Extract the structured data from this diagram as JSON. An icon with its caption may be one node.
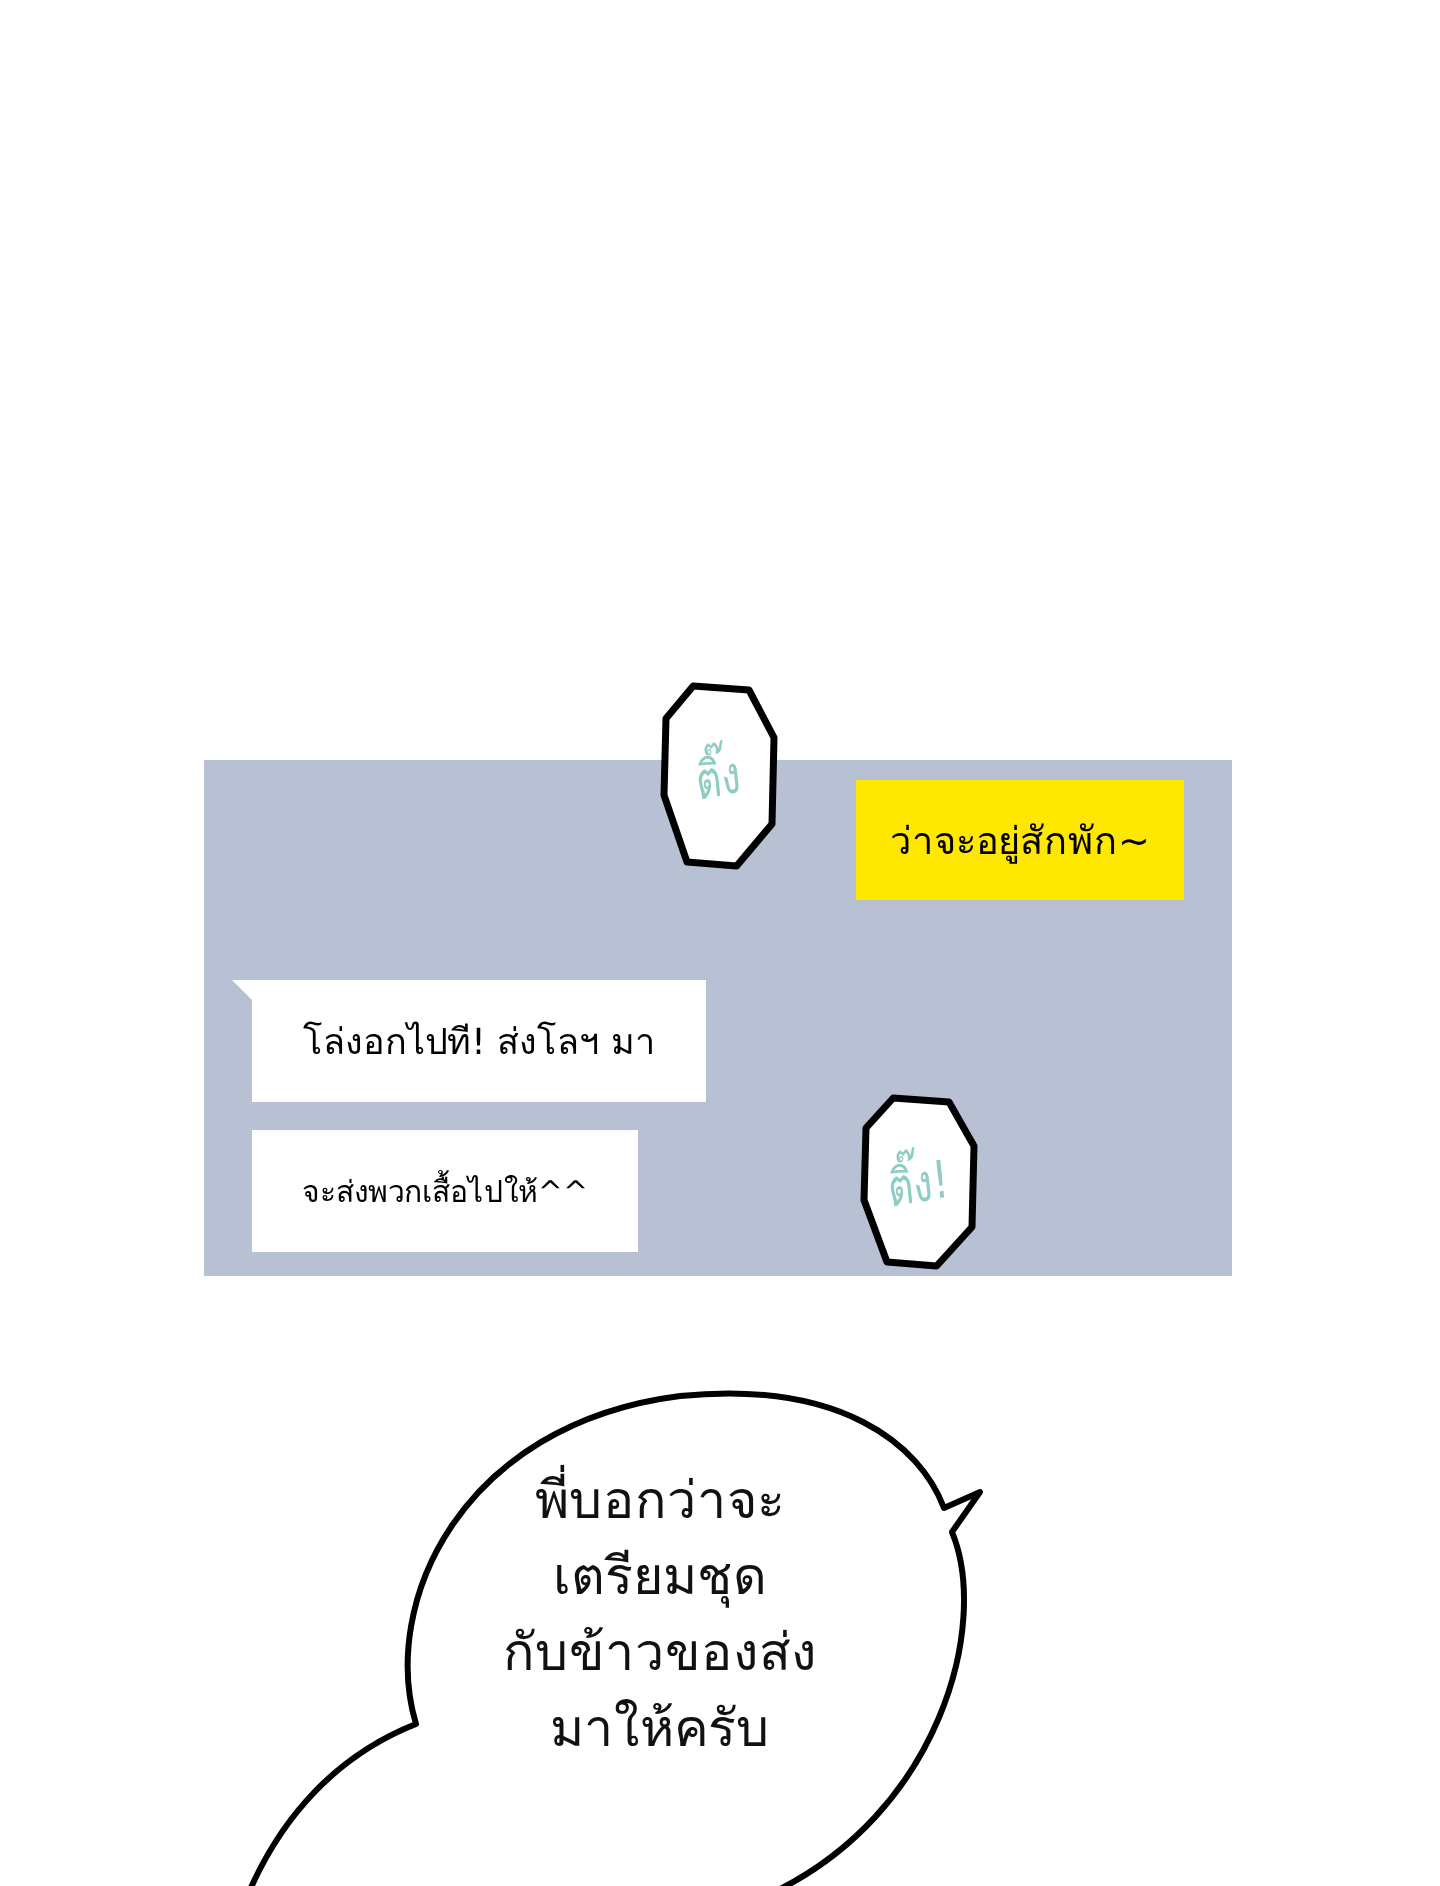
{
  "diagram": {
    "nodes": [
      {
        "text": [],
        "shape": "box"
      },
      {
        "text": [
          "ติ๊ง"
        ]
      },
      {
        "text": [
          "ว่าจะอยู่สักพัก~"
        ],
        "in": 0
      },
      {
        "text": [
          "โล่งอกไปที! ส่งโลฯ มา"
        ],
        "in": 0
      },
      {
        "text": [
          "จะส่งพวกเสื้อไปให้^^"
        ],
        "in": 0
      },
      {
        "text": [
          "ติ๊ง!"
        ],
        "in": 0
      },
      {
        "text": [
          "พี่บอกว่าจะเตรียมชุดกับข้าวของส่งมาให้ครับ"
        ]
      }
    ],
    "edges": []
  }
}
